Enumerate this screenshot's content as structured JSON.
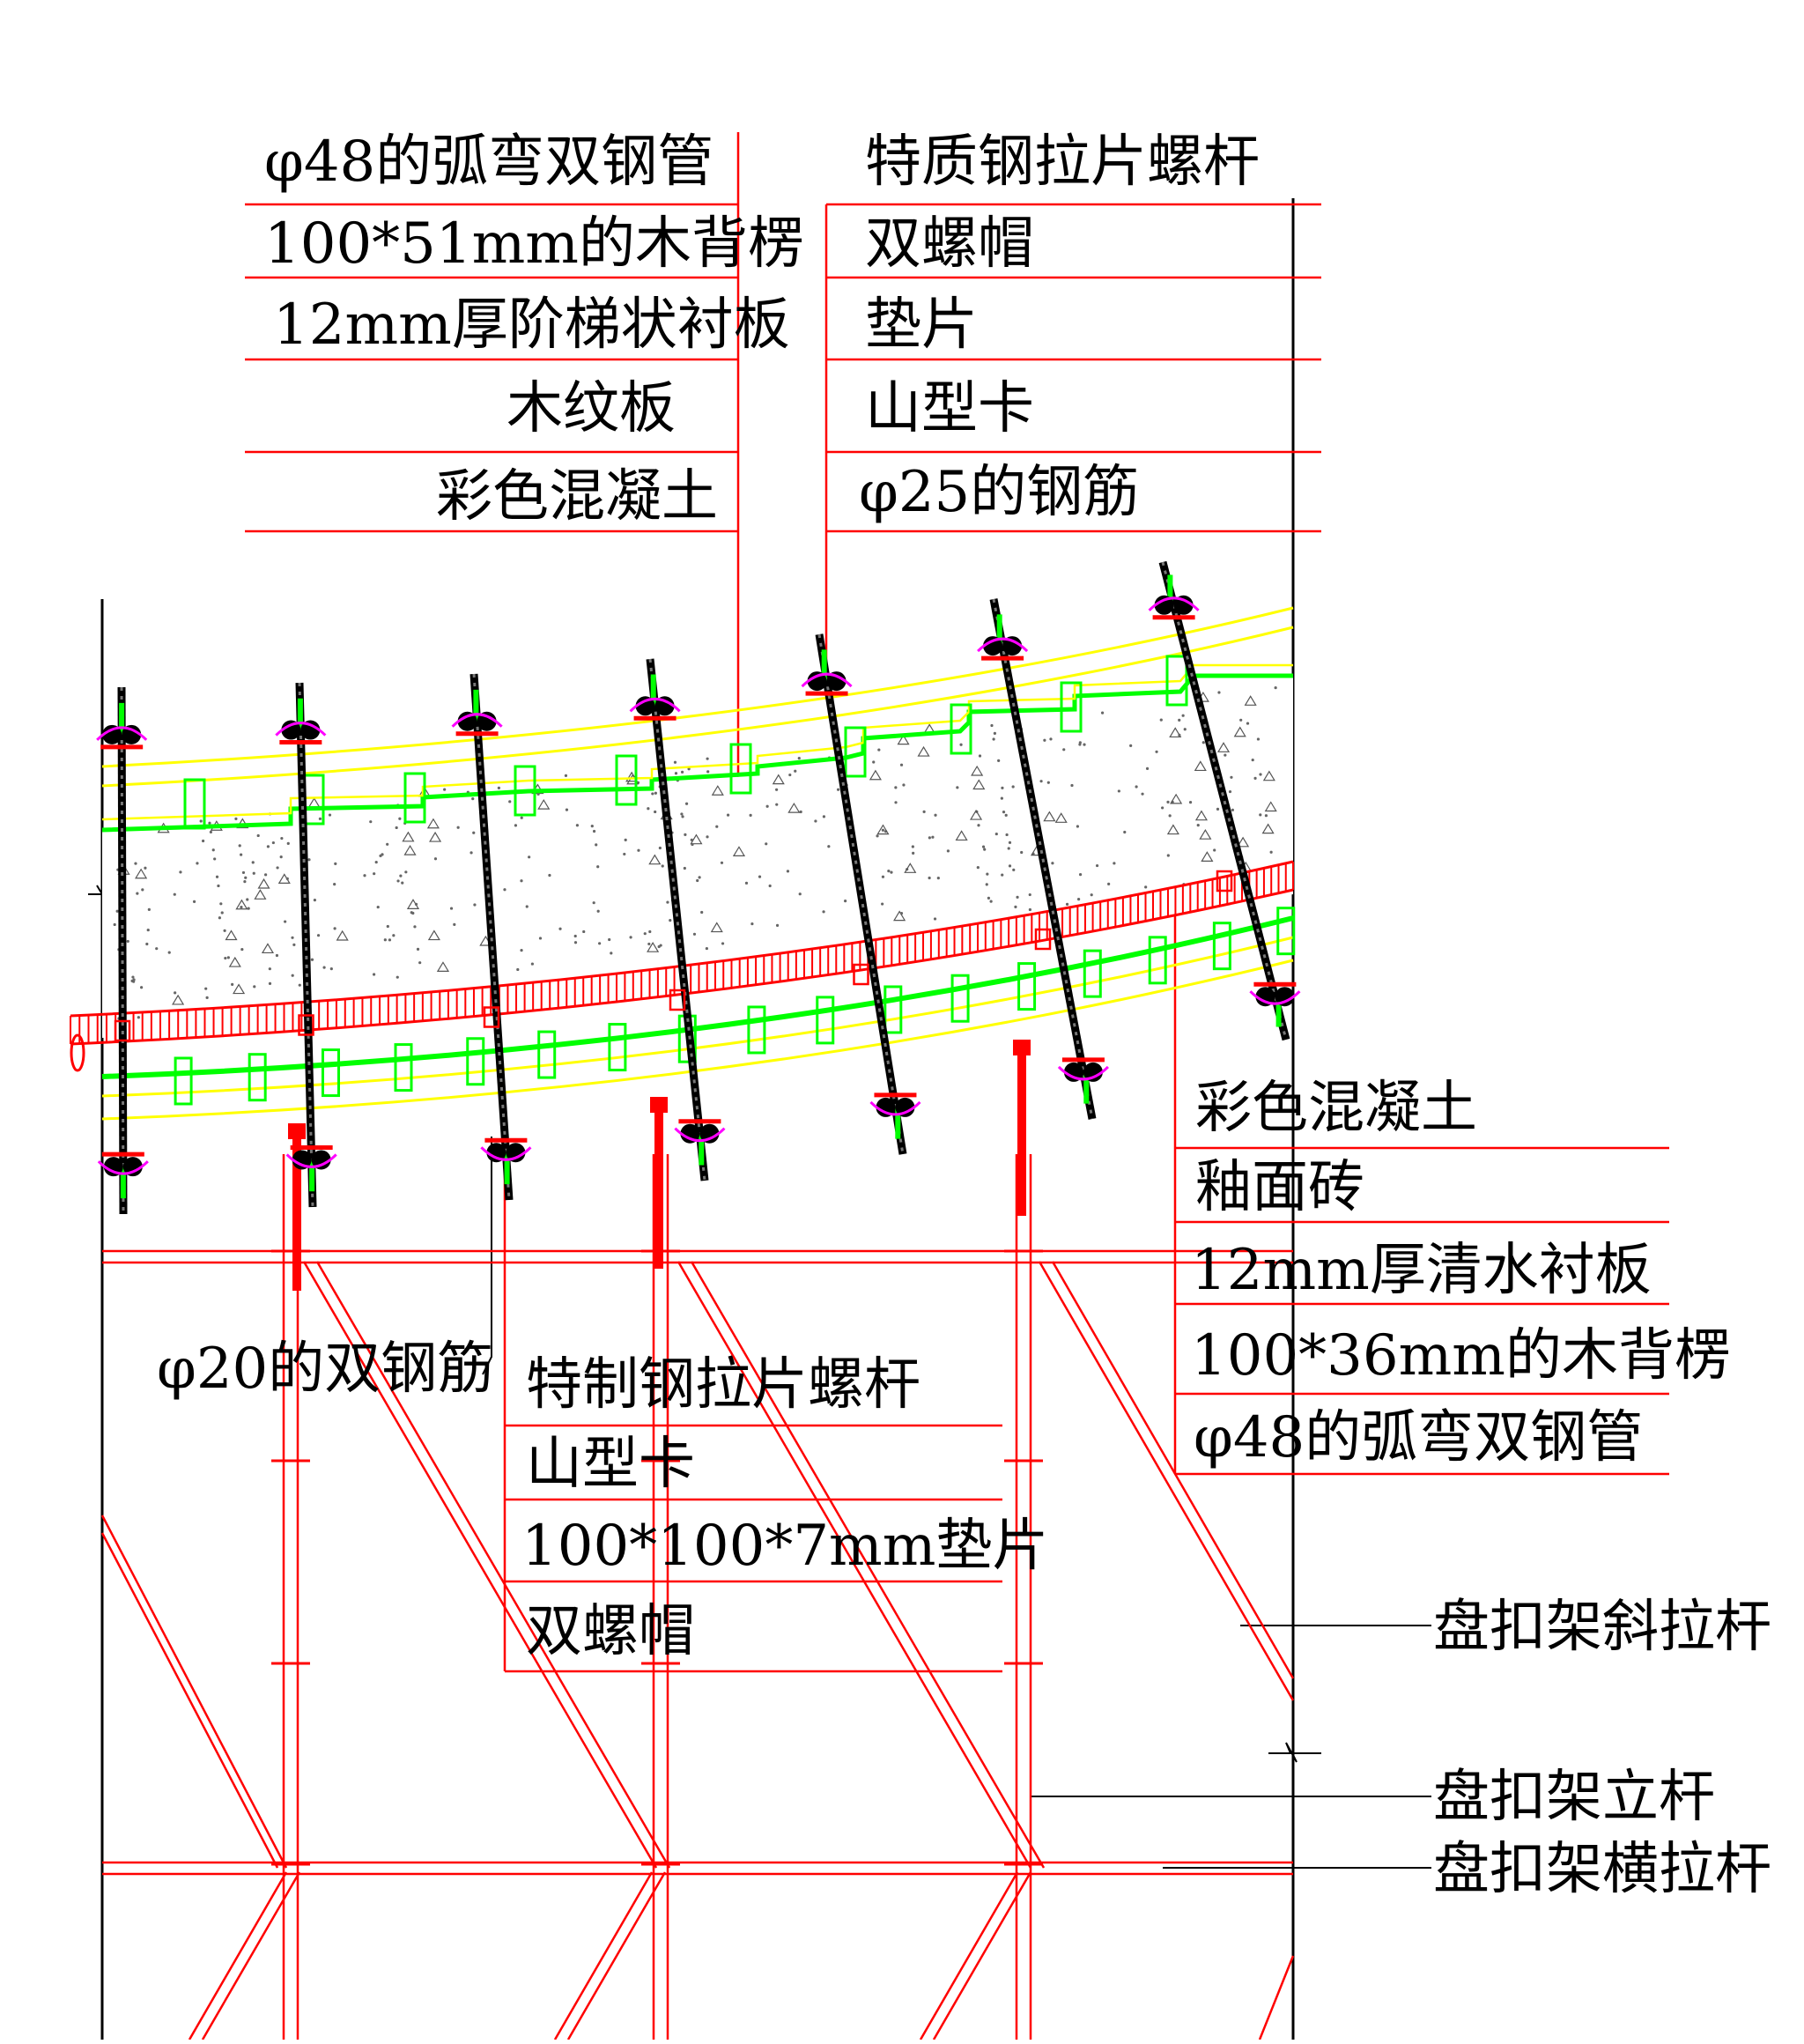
{
  "colors": {
    "background": "#ffffff",
    "leader": "#ff0000",
    "scaffold": "#ff0000",
    "formwork_yellow": "#ffff00",
    "formwork_green": "#00ff00",
    "bolt": "#000000",
    "text": "#000000"
  },
  "labels": {
    "top_left": [
      "φ48的弧弯双钢管",
      "100*51mm的木背楞",
      "12mm厚阶梯状衬板",
      "木纹板",
      "彩色混凝土"
    ],
    "top_right": [
      "特质钢拉片螺杆",
      "双螺帽",
      "垫片",
      "山型卡",
      "φ25的钢筋"
    ],
    "lower_right": [
      "彩色混凝土",
      "釉面砖",
      "12mm厚清水衬板",
      "100*36mm的木背楞",
      "φ48的弧弯双钢管"
    ],
    "lower_middle": [
      "特制钢拉片螺杆",
      "山型卡",
      "100*100*7mm垫片",
      "双螺帽"
    ],
    "rebar": "φ20的双钢筋",
    "scaffold_diagonal": "盘扣架斜拉杆",
    "scaffold_vertical": "盘扣架立杆",
    "scaffold_horizontal": "盘扣架横拉杆"
  }
}
